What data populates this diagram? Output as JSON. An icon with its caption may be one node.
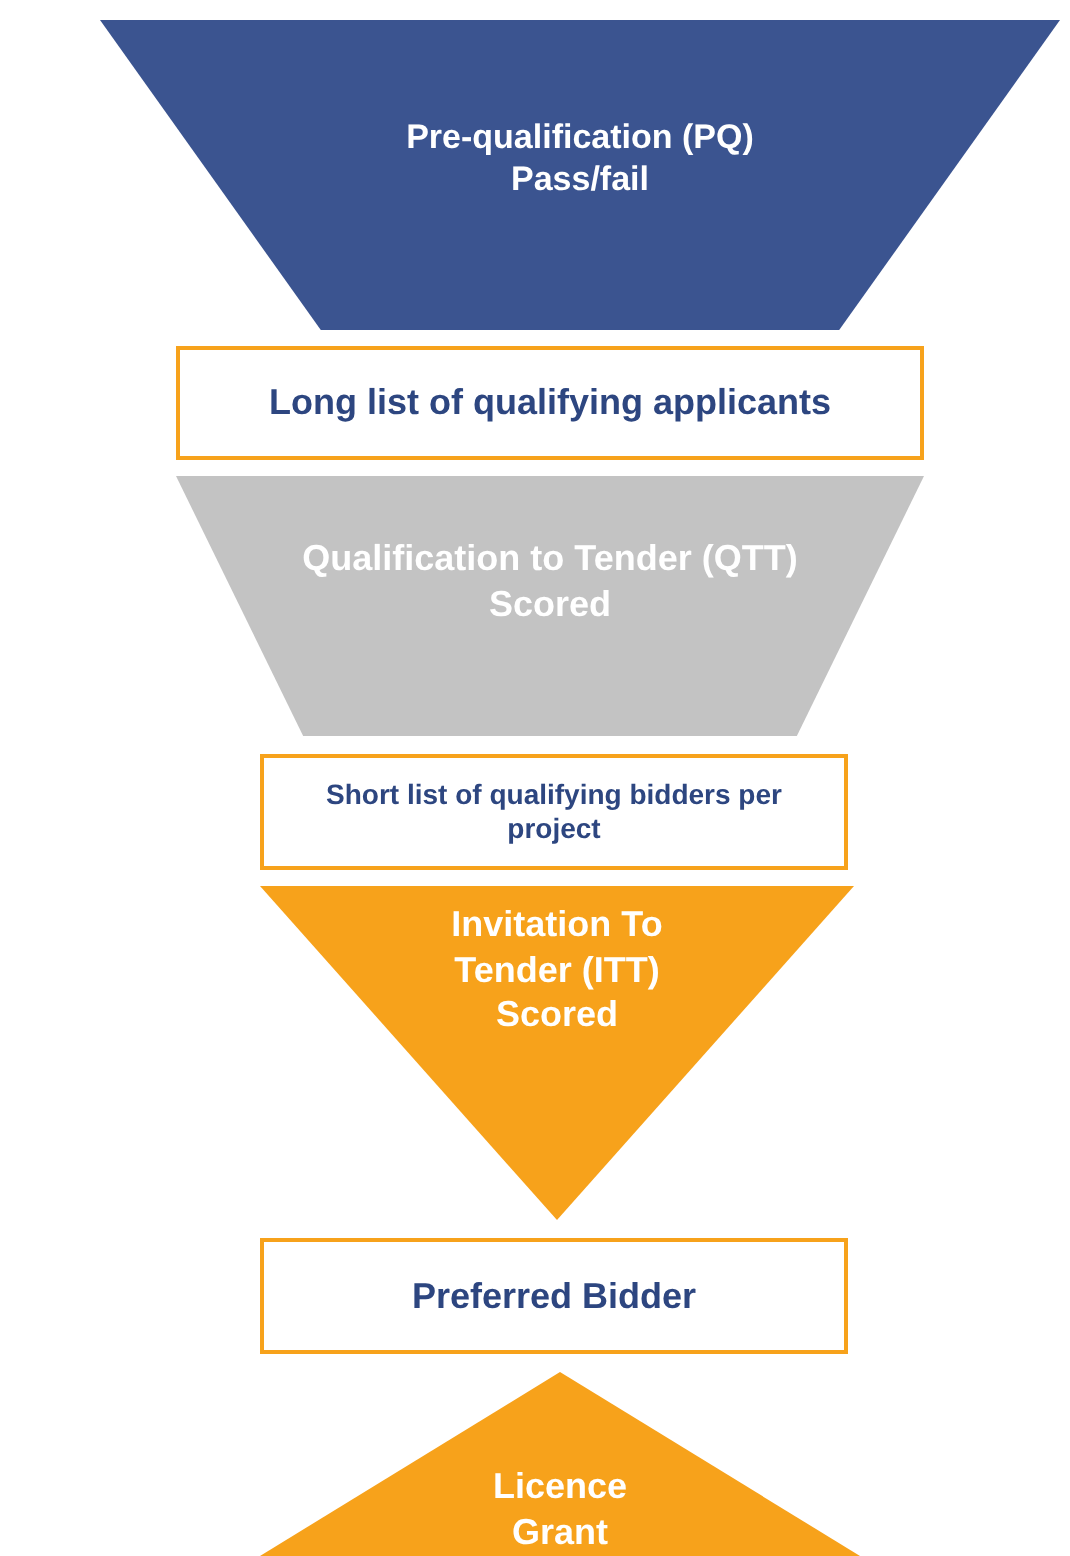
{
  "diagram": {
    "nodes": [
      {
        "text": [
          "Pre-qualification (PQ)",
          "Pass/fail"
        ]
      },
      {
        "text": [
          "Long list of qualifying applicants"
        ]
      },
      {
        "text": [
          "Qualification to Tender (QTT)",
          "Scored"
        ]
      },
      {
        "text": [
          "Short list of qualifying bidders per project"
        ]
      },
      {
        "text": [
          "Invitation To Tender (ITT)",
          "Scored"
        ]
      },
      {
        "text": [
          "Preferred Bidder"
        ]
      },
      {
        "text": [
          "Licence Grant"
        ]
      }
    ]
  }
}
